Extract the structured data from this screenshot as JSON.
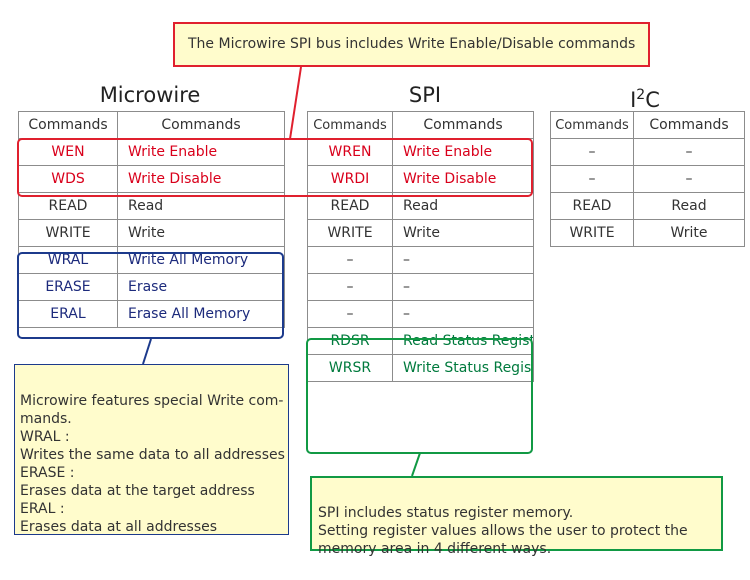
{
  "callout_top": "The Microwire SPI bus includes Write Enable/Disable commands",
  "titles": {
    "microwire": "Microwire",
    "spi": "SPI",
    "i2c_main": "I",
    "i2c_sup": "2",
    "i2c_end": "C"
  },
  "header_label": "Commands",
  "microwire_rows": [
    {
      "cmd": "WEN",
      "desc": "Write Enable"
    },
    {
      "cmd": "WDS",
      "desc": "Write Disable"
    },
    {
      "cmd": "READ",
      "desc": "Read"
    },
    {
      "cmd": "WRITE",
      "desc": "Write"
    },
    {
      "cmd": "WRAL",
      "desc": "Write All Memory"
    },
    {
      "cmd": "ERASE",
      "desc": "Erase"
    },
    {
      "cmd": "ERAL",
      "desc": "Erase All Memory"
    }
  ],
  "spi_rows": [
    {
      "cmd": "WREN",
      "desc": "Write Enable"
    },
    {
      "cmd": "WRDI",
      "desc": "Write Disable"
    },
    {
      "cmd": "READ",
      "desc": "Read"
    },
    {
      "cmd": "WRITE",
      "desc": "Write"
    },
    {
      "cmd": "–",
      "desc": "–"
    },
    {
      "cmd": "–",
      "desc": "–"
    },
    {
      "cmd": "–",
      "desc": "–"
    },
    {
      "cmd": "RDSR",
      "desc": "Read\nStatus Register"
    },
    {
      "cmd": "WRSR",
      "desc": "Write\nStatus Register"
    }
  ],
  "i2c_rows": [
    {
      "cmd": "–",
      "desc": "–"
    },
    {
      "cmd": "–",
      "desc": "–"
    },
    {
      "cmd": "READ",
      "desc": "Read"
    },
    {
      "cmd": "WRITE",
      "desc": "Write"
    }
  ],
  "note_microwire": "Microwire features special Write com-\nmands.\nWRAL :\nWrites the same data to all addresses\nERASE :\nErases data at the target address\nERAL :\nErases data at all addresses",
  "note_spi": "SPI includes status register memory.\nSetting register values allows the user to protect the\nmemory area in 4 different ways.",
  "colors": {
    "red": "#d9001b",
    "blue": "#1c2a7c",
    "green": "#007a3d",
    "note_bg": "#fffccc"
  }
}
